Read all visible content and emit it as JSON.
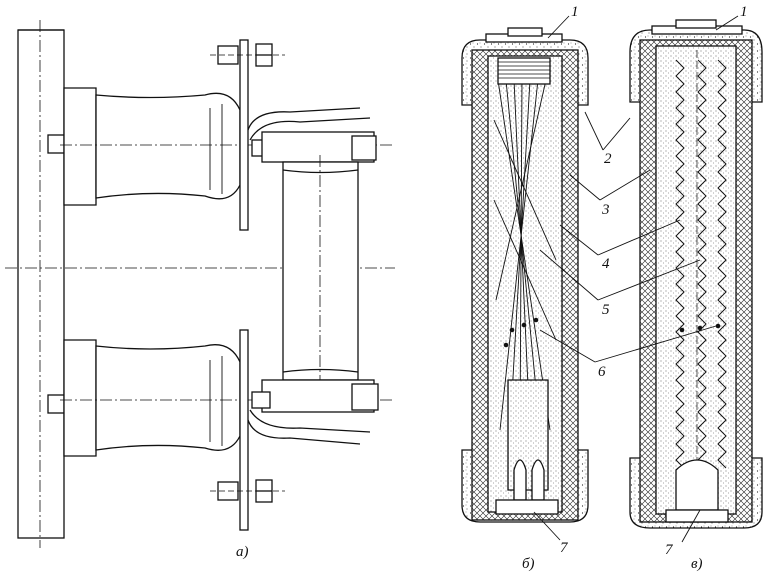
{
  "panels": [
    {
      "id": "a",
      "caption": "а)"
    },
    {
      "id": "b",
      "caption": "б)"
    },
    {
      "id": "v",
      "caption": "в)"
    }
  ],
  "callouts": [
    "1",
    "2",
    "3",
    "4",
    "5",
    "6",
    "7"
  ]
}
